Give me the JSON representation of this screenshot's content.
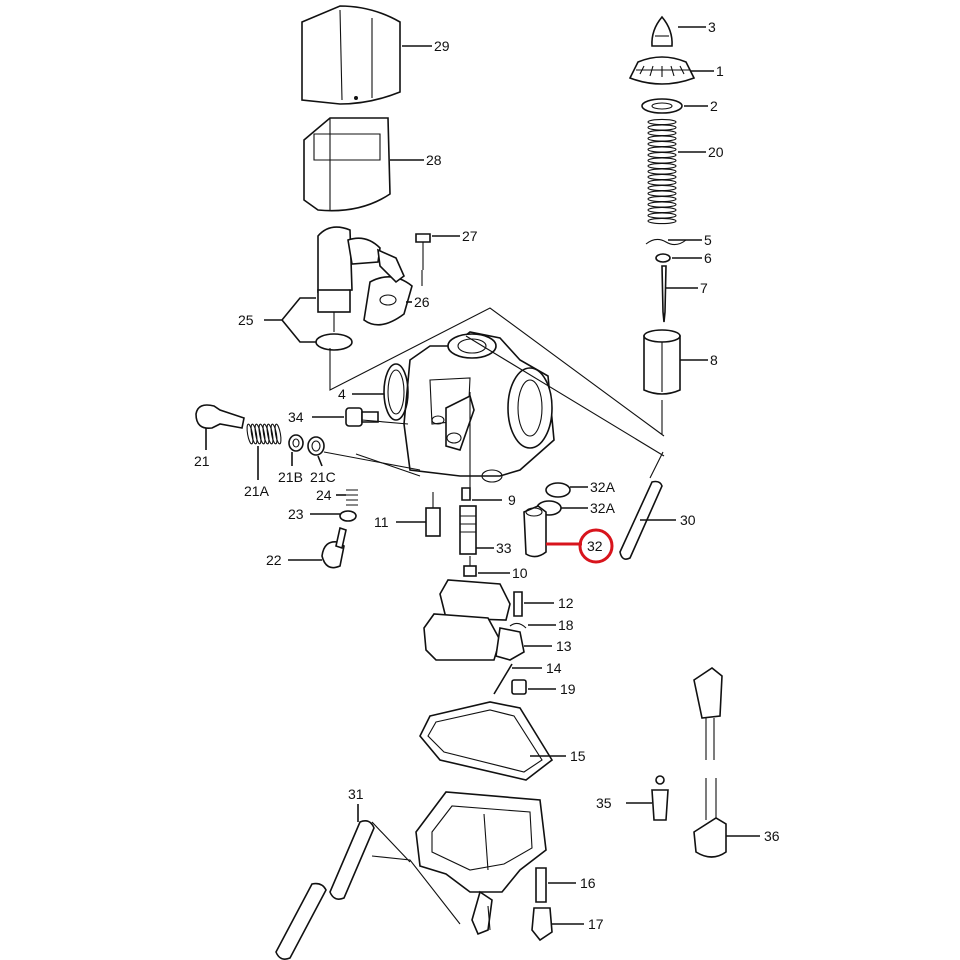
{
  "diagram": {
    "highlight_color": "#d8141c",
    "highlighted_part": "32",
    "callouts": [
      "3",
      "1",
      "2",
      "20",
      "5",
      "6",
      "7",
      "8",
      "29",
      "28",
      "27",
      "26",
      "25",
      "4",
      "34",
      "21",
      "21A",
      "21B",
      "21C",
      "24",
      "23",
      "22",
      "11",
      "9",
      "32A",
      "32A",
      "30",
      "33",
      "32",
      "10",
      "12",
      "18",
      "13",
      "14",
      "19",
      "15",
      "31",
      "35",
      "36",
      "16",
      "17"
    ]
  }
}
